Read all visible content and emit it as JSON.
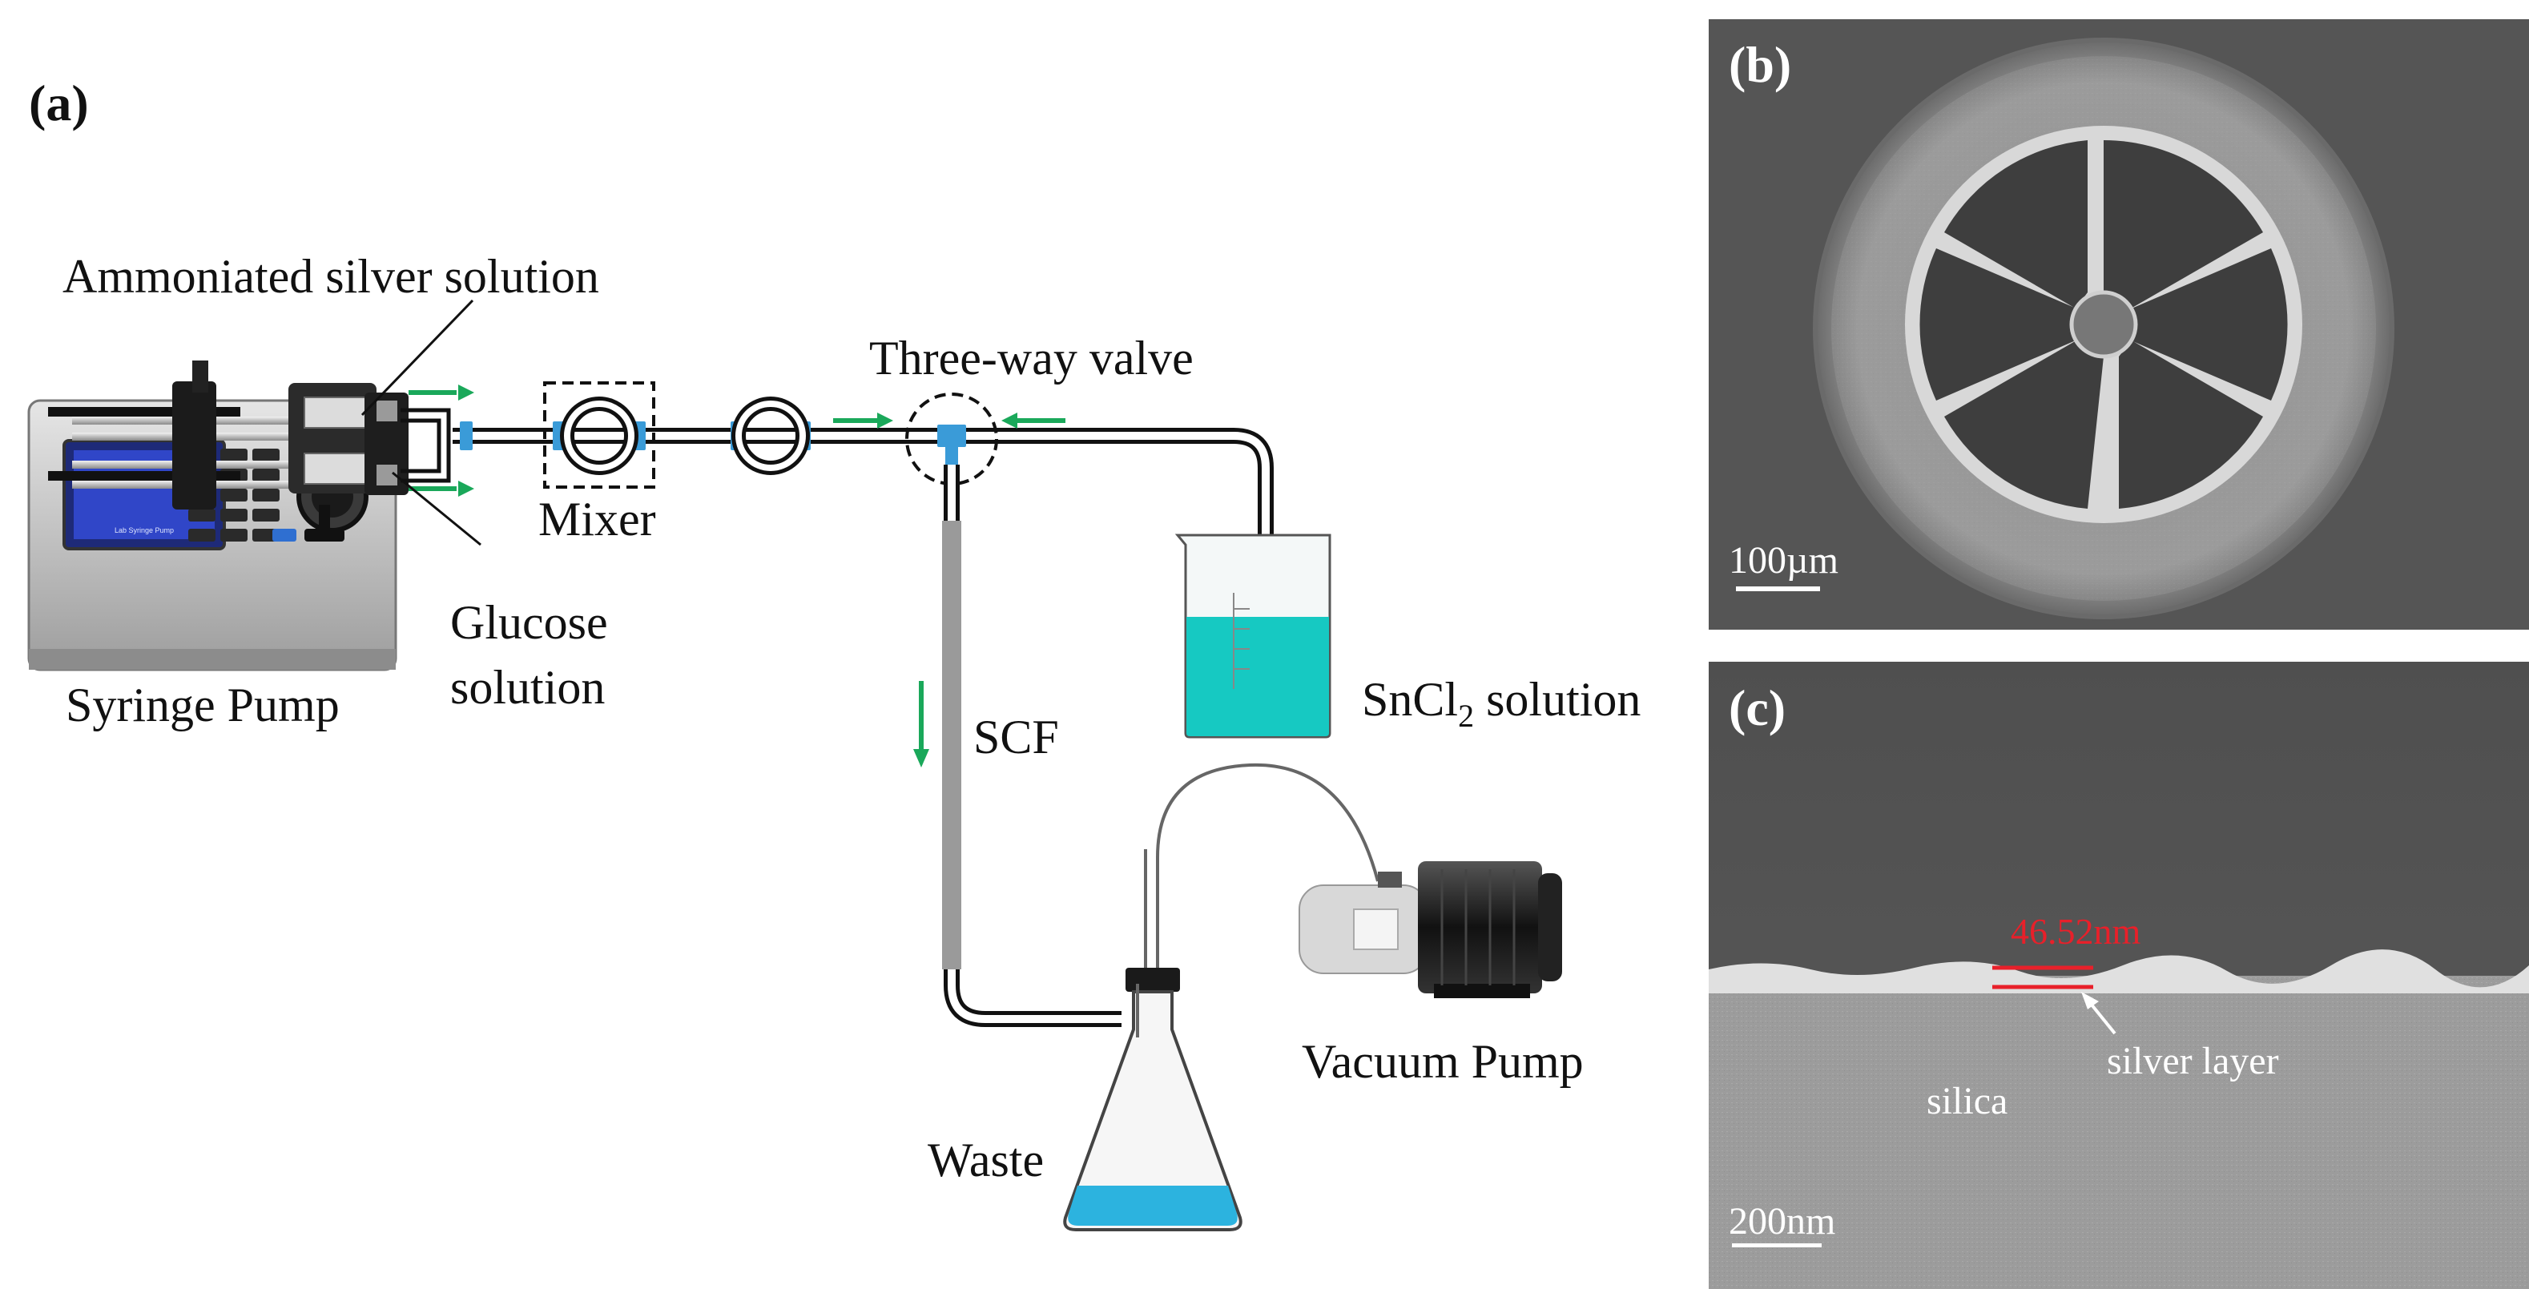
{
  "panels": {
    "a": {
      "letter": "(a)",
      "labels": {
        "ammoniated_silver": "Ammoniated silver solution",
        "three_way_valve": "Three-way valve",
        "mixer": "Mixer",
        "glucose_line1": "Glucose",
        "glucose_line2": "solution",
        "syringe_pump": "Syringe Pump",
        "scf": "SCF",
        "sncl2_prefix": "SnCl",
        "sncl2_sub": "2",
        "sncl2_suffix": " solution",
        "vacuum_pump": "Vacuum Pump",
        "waste": "Waste"
      },
      "pump_screen_text": "Lab Syringe Pump"
    },
    "b": {
      "letter": "(b)",
      "scale_bar": "100µm"
    },
    "c": {
      "letter": "(c)",
      "thickness": "46.52nm",
      "silver_layer": "silver layer",
      "silica": "silica",
      "scale_bar": "200nm"
    }
  },
  "colors": {
    "flow_arrow": "#1aa85a",
    "connector": "#3a9bd8",
    "solution_cyan": "#16c9c2",
    "waste_blue": "#2cb3df",
    "thickness_marker": "#e8202a",
    "sem_background": "#555555"
  },
  "icons": [
    "syringe-pump-icon",
    "vacuum-pump-icon",
    "beaker-icon",
    "flask-icon",
    "flow-arrow-icon"
  ]
}
